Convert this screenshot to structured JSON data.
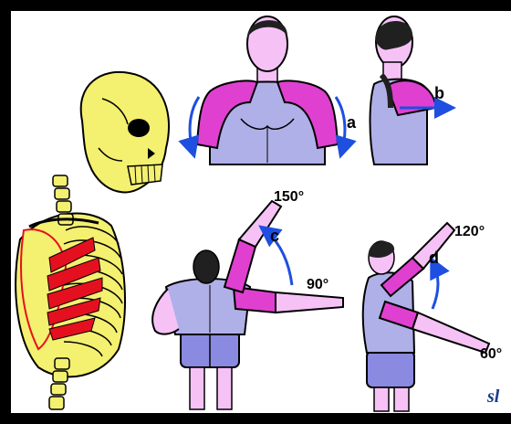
{
  "figure": {
    "labels": {
      "a": "a",
      "b": "b",
      "c": "c",
      "d": "d",
      "angle_150": "150°",
      "angle_90": "90°",
      "angle_120": "120°",
      "angle_60": "60°",
      "signature": "sl"
    },
    "colors": {
      "muscle": "#e040d0",
      "shirt": "#b0b0e8",
      "skin": "#f6c2f6",
      "shorts": "#8a8ae0",
      "hair": "#202020",
      "bone": "#f4f070",
      "muscle_red": "#e41020",
      "arrow": "#1e4fe0",
      "outline": "#000000"
    }
  }
}
